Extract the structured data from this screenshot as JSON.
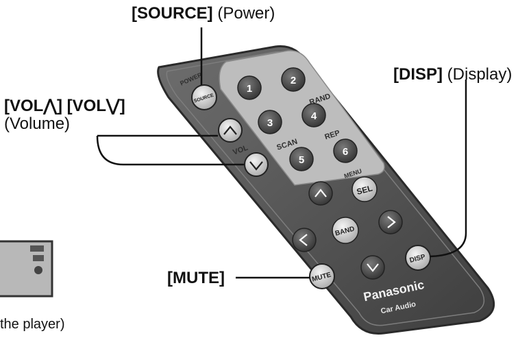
{
  "callouts": {
    "source": {
      "key": "[SOURCE]",
      "desc": "(Power)"
    },
    "volume": {
      "key": "[VOL⋀] [VOL⋁]",
      "desc": "(Volume)"
    },
    "disp": {
      "key": "[DISP]",
      "desc": "(Display)"
    },
    "mute": {
      "key": "[MUTE]"
    }
  },
  "remote": {
    "power_label": "POWER",
    "source_button": "SOURCE",
    "vol_label": "VOL",
    "menu_label": "MENU",
    "number_buttons": [
      "1",
      "2",
      "3",
      "4",
      "5",
      "6"
    ],
    "rand_label": "RAND",
    "scan_label": "SCAN",
    "rep_label": "REP",
    "sel_button": "SEL",
    "band_button": "BAND",
    "disp_button": "DISP",
    "mute_button": "MUTE",
    "brand": "Panasonic",
    "subbrand": "Car Audio"
  },
  "thumbnail": {
    "caption": "the player)"
  },
  "colors": {
    "remote_body": "#5a5a5a",
    "remote_edge": "#2f2f2f",
    "keypad_panel": "#bdbdbd",
    "button_dark": "#4a4a4a",
    "button_light": "#d8d8d8",
    "leader_line": "#111111"
  }
}
